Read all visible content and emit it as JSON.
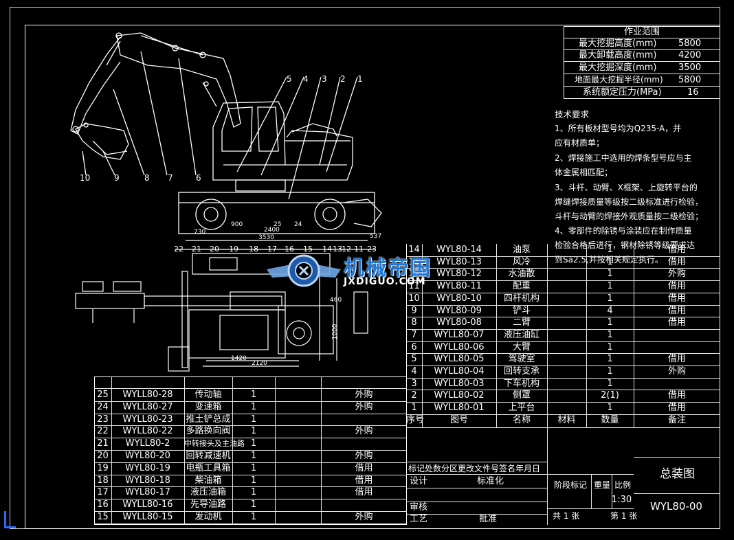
{
  "scope": {
    "title": "作业范围",
    "rows": [
      {
        "label": "最大挖掘高度(mm)",
        "value": "5800"
      },
      {
        "label": "最大卸载高度(mm)",
        "value": "4200"
      },
      {
        "label": "最大挖掘深度(mm)",
        "value": "3500"
      },
      {
        "label": "地面最大挖掘半径(mm)",
        "value": "5800"
      },
      {
        "label": "系统额定压力(MPa)",
        "value": "16"
      }
    ]
  },
  "tech": {
    "title": "技术要求",
    "lines": [
      "1、所有板材型号均为Q235-A，并",
      "应有材质单；",
      "2、焊接施工中选用的焊条型号应与主",
      "体金属相匹配；",
      "3、斗杆、动臂、X框架、上旋转平台的",
      "焊缝焊接质量等级按二级标准进行检验，",
      "斗杆与动臂的焊接外观质量按二级检验；",
      "4、零部件的除锈与涂装应在制作质量",
      "检验合格后进行，钢材除锈等级要求达",
      "到Sa2.5,并按相关规定执行。"
    ]
  },
  "bom_right": [
    {
      "no": "14",
      "code": "WYL80-14",
      "name": "油泵",
      "qty": "1",
      "note": "借用"
    },
    {
      "no": "13",
      "code": "WYL80-13",
      "name": "风冷",
      "qty": "1",
      "note": "借用"
    },
    {
      "no": "12",
      "code": "WYL80-12",
      "name": "水油散",
      "qty": "1",
      "note": "外购"
    },
    {
      "no": "11",
      "code": "WYL80-11",
      "name": "配重",
      "qty": "1",
      "note": "借用"
    },
    {
      "no": "10",
      "code": "WYL80-10",
      "name": "四杆机构",
      "qty": "1",
      "note": "借用"
    },
    {
      "no": "9",
      "code": "WYL80-09",
      "name": "铲斗",
      "qty": "4",
      "note": "借用"
    },
    {
      "no": "8",
      "code": "WYL80-08",
      "name": "二臂",
      "qty": "1",
      "note": "借用"
    },
    {
      "no": "7",
      "code": "WYLL80-07",
      "name": "液压油缸",
      "qty": "1",
      "note": ""
    },
    {
      "no": "6",
      "code": "WYLL80-06",
      "name": "大臂",
      "qty": "1",
      "note": ""
    },
    {
      "no": "5",
      "code": "WYLL80-05",
      "name": "驾驶室",
      "qty": "1",
      "note": "借用"
    },
    {
      "no": "4",
      "code": "WYLL80-04",
      "name": "回转支承",
      "qty": "1",
      "note": "外购"
    },
    {
      "no": "3",
      "code": "WYLL80-03",
      "name": "下车机构",
      "qty": "1",
      "note": ""
    },
    {
      "no": "2",
      "code": "WYLL80-02",
      "name": "侧罩",
      "qty": "2(1)",
      "note": "借用"
    },
    {
      "no": "1",
      "code": "WYLL80-01",
      "name": "上平台",
      "qty": "1",
      "note": "借用"
    }
  ],
  "bom_header": {
    "no": "序号",
    "code": "图号",
    "name": "名称",
    "material": "材料",
    "qty": "数量",
    "note": "备注"
  },
  "bom_left": [
    {
      "no": "25",
      "code": "WYLL80-28",
      "name": "传动轴",
      "qty": "1",
      "note": "外购"
    },
    {
      "no": "24",
      "code": "WYLL80-27",
      "name": "变速箱",
      "qty": "1",
      "note": "外购"
    },
    {
      "no": "23",
      "code": "WYLL80-23",
      "name": "推土铲总成",
      "qty": "1",
      "note": ""
    },
    {
      "no": "22",
      "code": "WYLL80-22",
      "name": "多路换向阀",
      "qty": "1",
      "note": "外购"
    },
    {
      "no": "21",
      "code": "WYLL80-2",
      "name": "中转接头及主油路",
      "qty": "1",
      "note": ""
    },
    {
      "no": "20",
      "code": "WYL80-20",
      "name": "回转减速机",
      "qty": "1",
      "note": "外购"
    },
    {
      "no": "19",
      "code": "WYL80-19",
      "name": "电瓶工具箱",
      "qty": "1",
      "note": "借用"
    },
    {
      "no": "18",
      "code": "WYL80-18",
      "name": "柴油箱",
      "qty": "1",
      "note": "借用"
    },
    {
      "no": "17",
      "code": "WYL80-17",
      "name": "液压油箱",
      "qty": "1",
      "note": "借用"
    },
    {
      "no": "16",
      "code": "WYLL80-16",
      "name": "先导油路",
      "qty": "1",
      "note": ""
    },
    {
      "no": "15",
      "code": "WYLL80-15",
      "name": "发动机",
      "qty": "1",
      "note": "外购"
    }
  ],
  "title_block": {
    "rev_header": "标记处数分区更改文件号签名年月日",
    "design": "设计",
    "standard": "标准化",
    "check": "审核",
    "process": "工艺",
    "approve": "批准",
    "stage": "阶段标记",
    "weight": "重量",
    "scale_label": "比例",
    "scale": "1:30",
    "total_sheets": "共 1 张",
    "sheet_no": "第 1 张",
    "drawing_name": "总装图",
    "drawing_no": "WYL80-00"
  },
  "callouts_top": [
    "5",
    "4",
    "3",
    "2",
    "1"
  ],
  "callouts_left": [
    "10",
    "9",
    "8",
    "7",
    "6"
  ],
  "dims_side": [
    "900",
    "2400",
    "3530",
    "25",
    "24",
    "730",
    "537"
  ],
  "callouts_plan": [
    "22",
    "21",
    "20",
    "19",
    "18",
    "17",
    "16",
    "15",
    "14",
    "13",
    "12",
    "11",
    "23"
  ],
  "dims_plan": [
    "1420",
    "2120",
    "1000",
    "460"
  ],
  "watermark": {
    "cn": "机械帝国",
    "en": "JXDIGUO.COM"
  },
  "colors": {
    "bg": "#000000",
    "line": "#ffffff",
    "watermark_blue": "#1e78d8"
  }
}
